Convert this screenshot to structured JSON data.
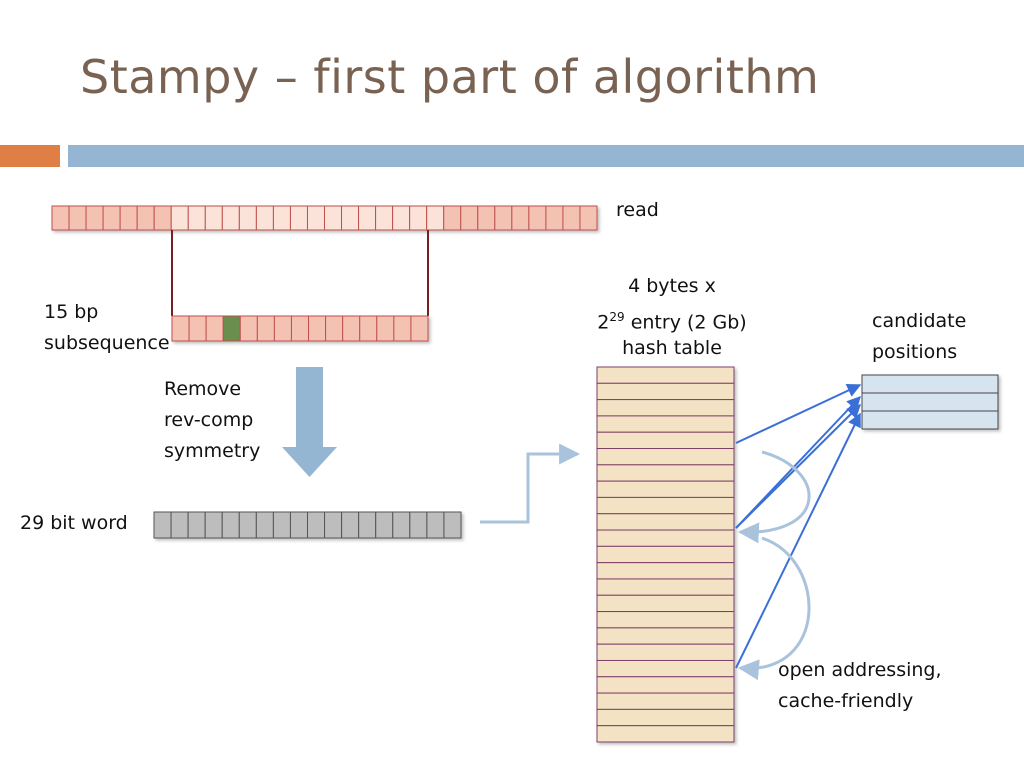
{
  "title": "Stampy – first part of algorithm",
  "labels": {
    "read": "read",
    "subseq_line1": "15 bp",
    "subseq_line2": "subsequence",
    "remove_line1": "Remove",
    "remove_line2": "rev-comp",
    "remove_line3": "symmetry",
    "word": "29 bit word",
    "hash_line1": "4 bytes x",
    "hash_line2_base": "2",
    "hash_line2_exp": "29",
    "hash_line2_rest": " entry (2 Gb)",
    "hash_line3": "hash table",
    "cand_line1": "candidate",
    "cand_line2": "positions",
    "open_line1": "open addressing,",
    "open_line2": "cache-friendly"
  },
  "diagram": {
    "read_cells": 32,
    "subsequence_cells": 15,
    "highlighted_cell_index": 3,
    "word_cells": 18,
    "hash_table_rows": 23,
    "candidate_rows": 3,
    "colors": {
      "title": "#7a6253",
      "accent_orange": "#e07f45",
      "accent_blue": "#94b6d2",
      "read_cell": "#f4c2b2",
      "read_cell_light": "#fbe3da",
      "read_border": "#c0504d",
      "highlight_cell": "#6b8e4e",
      "word_cell": "#bdbdbd",
      "hash_cell": "#f3e2c4",
      "hash_border": "#7f3f68",
      "candidate_cell": "#d6e4f0",
      "arrow_blue": "#3a6fd8",
      "arrow_light": "#a9c3dc"
    }
  }
}
